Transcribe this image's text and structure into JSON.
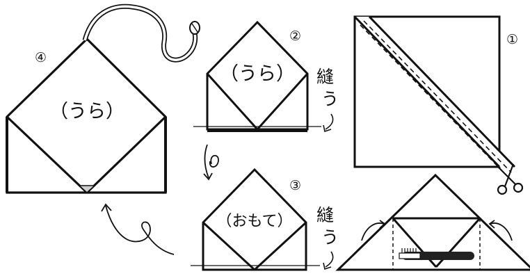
{
  "steps": {
    "step1": {
      "number": "①"
    },
    "step2": {
      "number": "②",
      "label": "（うら）",
      "instruction_line1": "縫",
      "instruction_line2": "う"
    },
    "step3": {
      "number": "③",
      "label": "（おもて）",
      "instruction_line1": "縫",
      "instruction_line2": "う"
    },
    "step4": {
      "number": "④",
      "label": "（うら）"
    }
  }
}
